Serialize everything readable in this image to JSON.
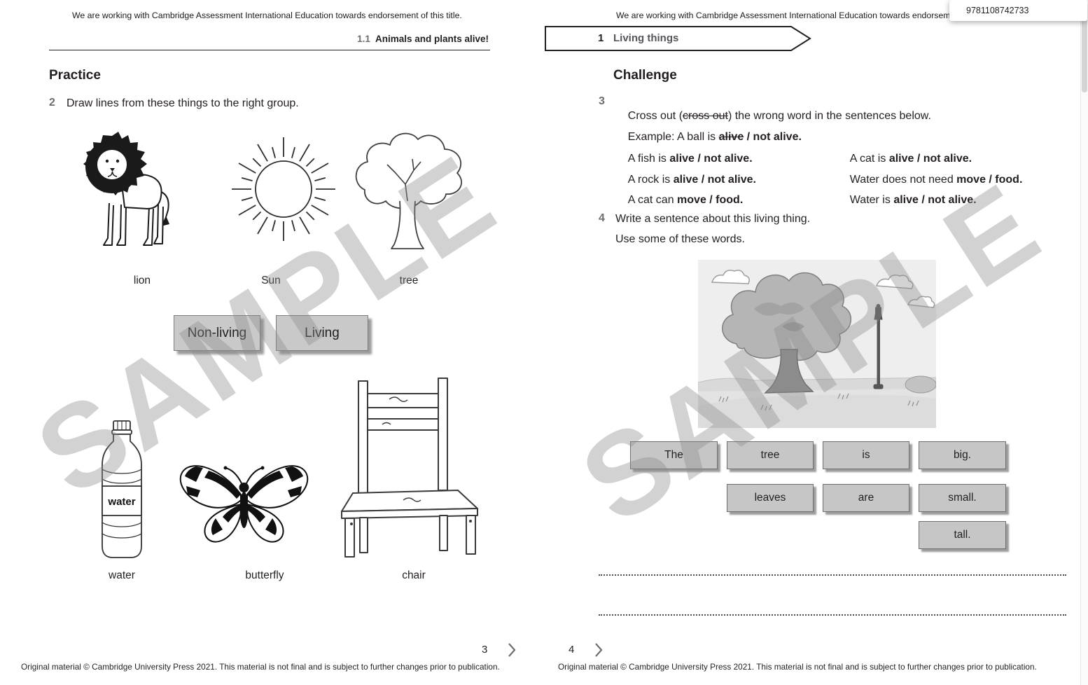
{
  "ui": {
    "isbn": "9781108742733",
    "icons": {
      "next_page_chevron": "chevron-right"
    }
  },
  "shared": {
    "watermark": "SAMPLE",
    "footer": "Original material © Cambridge University Press 2021. This material is not final and is subject to further changes prior to publication."
  },
  "left_page": {
    "header": "We are working with Cambridge Assessment International Education towards endorsement of this title.",
    "section_ref": {
      "number": "1.1",
      "title": "Animals and plants alive!"
    },
    "heading": "Practice",
    "q2": {
      "number": "2",
      "text": "Draw lines from these things to the right group."
    },
    "top_labels": [
      "lion",
      "Sun",
      "tree"
    ],
    "group_boxes": [
      "Non-living",
      "Living"
    ],
    "bottle_text": "water",
    "bottom_labels": [
      "water",
      "butterfly",
      "chair"
    ],
    "page_number": "3"
  },
  "right_page": {
    "header": "We are working with Cambridge Assessment International Education towards endorsem",
    "banner": {
      "number": "1",
      "title": "Living things"
    },
    "heading": "Challenge",
    "q3": {
      "number": "3",
      "pre": "Cross out (",
      "strike": "cross out",
      "post": ") the wrong word in the sentences below.",
      "example": {
        "pre": "Example: A ball is ",
        "strike": "alive",
        "post": " / not alive."
      },
      "sentences": [
        {
          "pre": "A fish is ",
          "bold": "alive / not alive."
        },
        {
          "pre": "A rock is ",
          "bold": "alive / not alive."
        },
        {
          "pre": "A cat can ",
          "bold": "move / food."
        },
        {
          "pre": "A cat is ",
          "bold": "alive / not alive."
        },
        {
          "pre": "Water does not need ",
          "bold": "move / food."
        },
        {
          "pre": "Water is ",
          "bold": "alive / not alive."
        }
      ]
    },
    "q4": {
      "number": "4",
      "line1": "Write a sentence about this living thing.",
      "line2": "Use some of these words."
    },
    "word_rows": [
      [
        "The",
        "tree",
        "is",
        "big."
      ],
      [
        "leaves",
        "are",
        "small."
      ],
      [
        "tall."
      ]
    ],
    "page_number": "4"
  }
}
